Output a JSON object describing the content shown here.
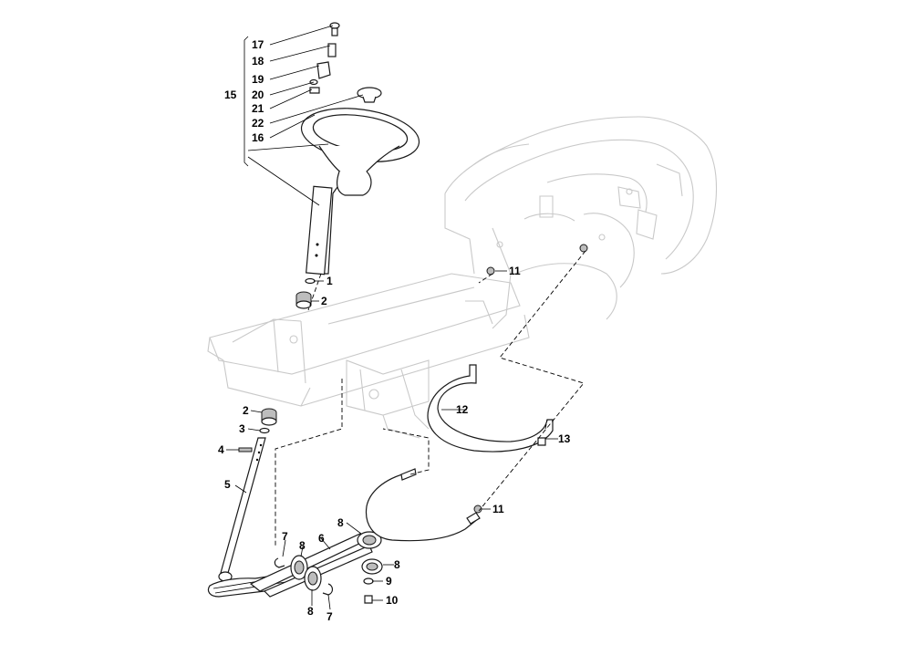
{
  "callouts": {
    "c17": "17",
    "c18": "18",
    "c19": "19",
    "c20": "20",
    "c21": "21",
    "c22": "22",
    "c15": "15",
    "c16": "16",
    "c1": "1",
    "c2a": "2",
    "c11a": "11",
    "c2b": "2",
    "c3": "3",
    "c4": "4",
    "c5": "5",
    "c12": "12",
    "c13": "13",
    "c11b": "11",
    "c8a": "8",
    "c6": "6",
    "c7a": "7",
    "c8b": "8",
    "c9": "9",
    "c8c": "8",
    "c10": "10",
    "c8d": "8",
    "c7b": "7"
  }
}
